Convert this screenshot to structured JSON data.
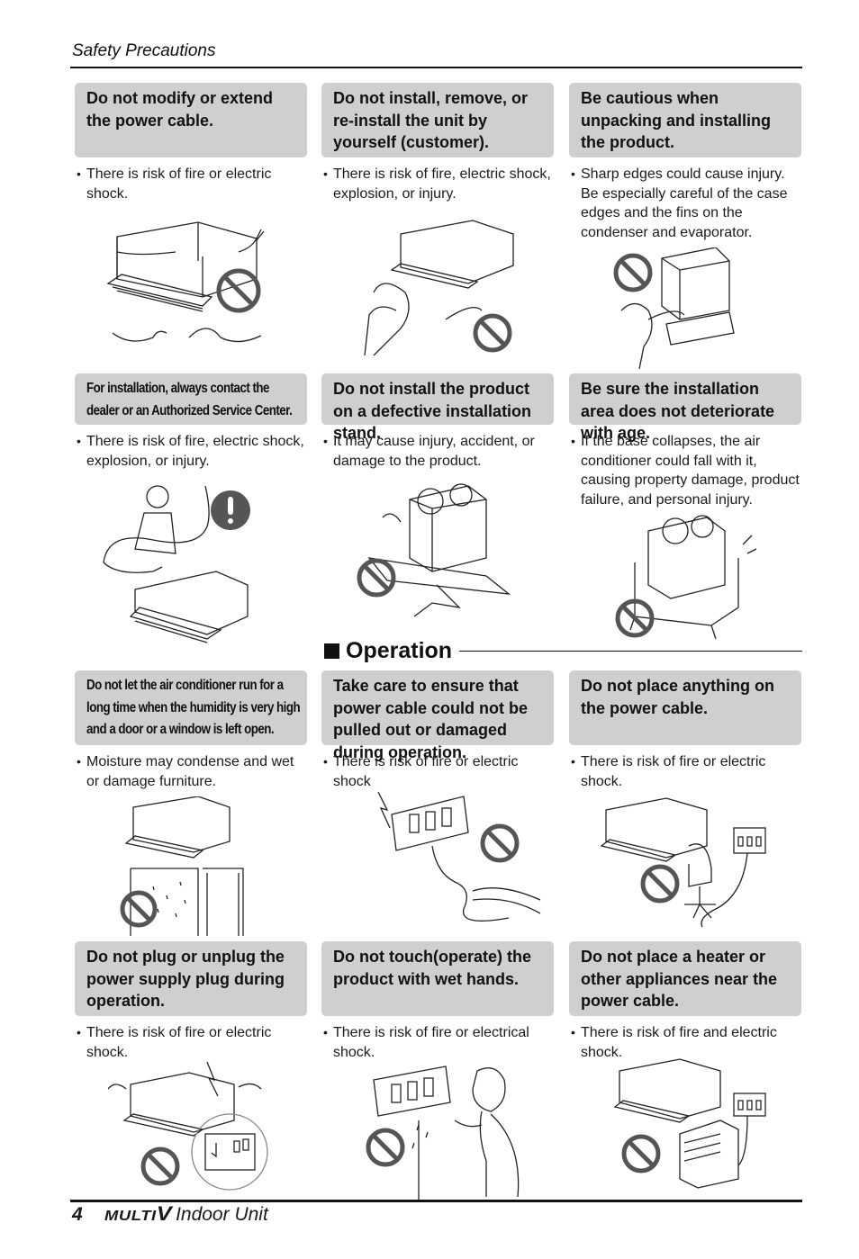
{
  "header": {
    "title": "Safety Precautions"
  },
  "section": {
    "operation_title": "Operation"
  },
  "cells": [
    {
      "title": "Do not modify or extend the power cable.",
      "desc": "There is risk of fire or electric shock."
    },
    {
      "title": "Do not install, remove, or re-install the unit by yourself (customer).",
      "desc": "There is risk of fire, electric shock, explosion, or injury."
    },
    {
      "title": "Be cautious when unpacking and installing the product.",
      "desc": "Sharp edges could cause injury. Be especially careful of the case edges and the fins on the condenser and evaporator."
    },
    {
      "title_lines": [
        "For installation, always contact the",
        "dealer or an Authorized Service Center."
      ],
      "desc": "There is risk of fire, electric shock, explosion, or injury."
    },
    {
      "title": "Do not install the product on a defective installation stand.",
      "desc": "It may cause injury, accident, or damage to the product."
    },
    {
      "title": "Be sure the installation area does not deteriorate with age.",
      "desc": "If the base collapses, the air conditioner could fall with it, causing property damage, product failure, and personal injury."
    },
    {
      "title_lines": [
        "Do not let the air conditioner run for a",
        "long time when the humidity is very high",
        "and a door or a window is left open."
      ],
      "desc": "Moisture may condense and wet or damage furniture."
    },
    {
      "title": "Take care to ensure that power cable could not be pulled out or damaged during operation.",
      "desc": "There is risk of fire or electric shock"
    },
    {
      "title": "Do not place anything on the power cable.",
      "desc": "There is risk of fire or electric shock."
    },
    {
      "title": "Do not plug or unplug the power supply plug during operation.",
      "desc": "There is risk of fire or electric shock."
    },
    {
      "title": "Do not touch(operate) the product with wet hands.",
      "desc": "There is risk of fire or electrical shock."
    },
    {
      "title": "Do not place a heater or other appliances near the power cable.",
      "desc": "There is risk of fire and electric shock."
    }
  ],
  "bullet": "•",
  "footer": {
    "page_number": "4",
    "brand": "MULTI",
    "brand_v": "V",
    "subtitle": "Indoor Unit"
  },
  "colors": {
    "title_box_bg": "#cfcfcf",
    "prohibition_icon": "#555555",
    "warning_icon": "#555555"
  }
}
